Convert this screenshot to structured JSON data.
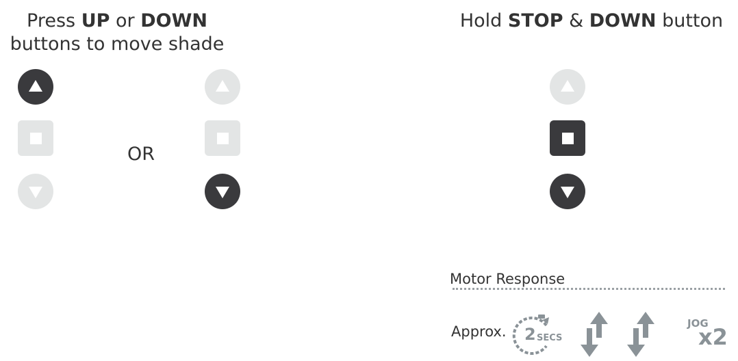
{
  "left_panel": {
    "heading": {
      "press": "Press",
      "up": "UP",
      "or": "or",
      "down": "DOWN",
      "line2": "buttons to move shade"
    },
    "separator": "OR",
    "option_a": {
      "up": "active",
      "stop": "inactive",
      "down": "inactive"
    },
    "option_b": {
      "up": "inactive",
      "stop": "inactive",
      "down": "active"
    }
  },
  "right_panel": {
    "heading": {
      "hold": "Hold",
      "stop": "STOP",
      "amp": "&",
      "down": "DOWN",
      "button": "button"
    },
    "remote": {
      "up": "inactive",
      "stop": "active",
      "down": "active"
    }
  },
  "motor_response": {
    "label": "Motor Response",
    "approx": "Approx.",
    "timer_value": "2",
    "timer_unit": "SECS",
    "jog_label": "JOG",
    "jog_count": "x2",
    "icons": [
      "timer-icon",
      "up-down-arrows-icon",
      "up-down-arrows-icon",
      "jog-icon"
    ]
  },
  "colors": {
    "active": "#3a3a3d",
    "inactive": "#e3e5e5",
    "icon_gray": "#8a9297"
  }
}
